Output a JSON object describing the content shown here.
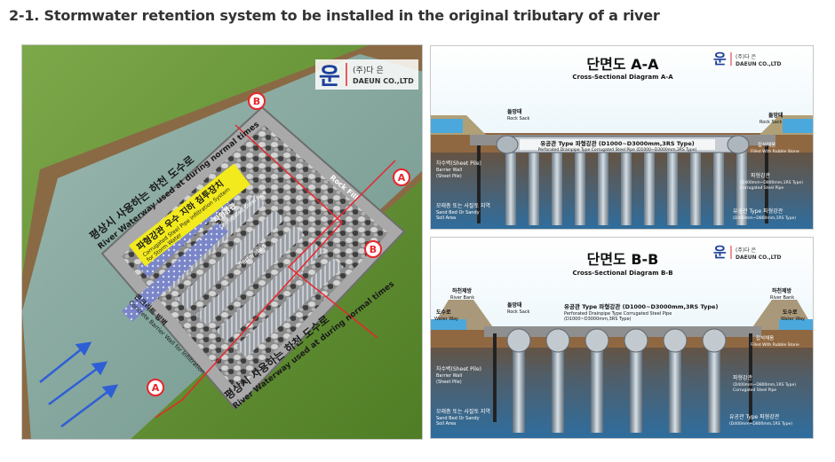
{
  "page_title": "2-1. Stormwater retention system to be installed in the original tributary of a river",
  "logo": {
    "mark": "운",
    "company_kr": "(주)다  은",
    "company_en": "DAEUN CO.,LTD"
  },
  "left_diagram": {
    "label_river_waterway_top": "평상시 사용하는 하천 도수로",
    "label_river_waterway_top_en": "River Waterway used at during normal times",
    "label_device_kr": "파형강관 우수 지하 침투장치",
    "label_device_en": "Corrugated Steel Pipe infiltration System",
    "label_device_en2": "for Storm Water",
    "label_pipe_kr": "파형강관",
    "label_pipe_en": "Corrugated Steel Pipe",
    "label_perforated": "Perforated",
    "label_rock": "Rock Fill",
    "label_barrier_kr": "콘크리트 방벽",
    "label_barrier_en": "Concrete Barrier Wall for Infiltration",
    "label_river_waterway_bottom": "평상시 사용하는 하천 도수로",
    "label_river_waterway_bottom_en": "River Waterway used at during normal times",
    "marker_a": "A",
    "marker_b": "B"
  },
  "section_aa": {
    "title_kr": "단면도 A-A",
    "title_en": "Cross-Sectional Diagram A-A",
    "rock_sack_kr": "돌망태",
    "rock_sack_en": "Rock Sack",
    "pipe_label": "유공관 Type 파형강관 (D1000~D3000mm,3RS Type)",
    "pipe_label_en": "Perforated Drainpipe Type Corrugated Steel Pipe (D1000~D3000mm,3RS Type)",
    "sheet_pile_kr": "차수벽(Sheet Pile)",
    "sheet_pile_en1": "Barrier Wall",
    "sheet_pile_en2": "(Sheet Pile)",
    "gravel_kr": "잡석채움",
    "gravel_en": "Filled With Rubble Stone",
    "pipe_right_kr": "파형강관",
    "pipe_right_en": "(D400mm~D800mm,1RS Type)",
    "pipe_right_en2": "Corrugated Steel Pipe",
    "perf_right_kr": "유공관 Type 파형강관",
    "perf_right_en": "(D400mm~D800mm,1RS Type)",
    "soil_kr": "모래층 또는 사질토 지역",
    "soil_en": "Sand Bed Or Sandy",
    "soil_en2": "Soil Area"
  },
  "section_bb": {
    "title_kr": "단면도 B-B",
    "title_en": "Cross-Sectional Diagram B-B",
    "bank_kr": "하천제방",
    "bank_en": "River Bank",
    "waterway_kr": "도수로",
    "waterway_en": "Water Way",
    "rock_sack_kr": "돌망태",
    "rock_sack_en": "Rock Sack",
    "pipe_label": "유공관 Type 파형강관 (D1000~D3000mm,3RS Type)",
    "pipe_label_en": "Perforated Drainpipe Type  Corrugated  Steel  Pipe",
    "pipe_label_en2": "(D1000~D3000mm,3RS Type)",
    "gravel_kr": "잡석채움",
    "gravel_en": "Filled With Rubble Stone",
    "sheet_pile_kr": "차수벽(Sheet Pile)",
    "sheet_pile_en1": "Barrier Wall",
    "sheet_pile_en2": "(Sheet Pile)",
    "pipe_right_kr": "파형강관",
    "pipe_right_en": "(D400mm~D800mm,1RS Type)",
    "pipe_right_en2": "Corrugated Steel Pipe",
    "perf_right_kr": "유공관 Type 파형강관",
    "perf_right_en": "(D400mm~D800mm,1RS Type)",
    "soil_kr": "모래층 또는 사질토 지역",
    "soil_en": "Sand Bed Or Sandy",
    "soil_en2": "Soil Area"
  },
  "colors": {
    "title_text": "#333333",
    "marker_red": "#e8262b",
    "water_blue": "#3a8fc8",
    "grass_green": "#5c8a2e",
    "logo_blue": "#1d3f9a"
  }
}
